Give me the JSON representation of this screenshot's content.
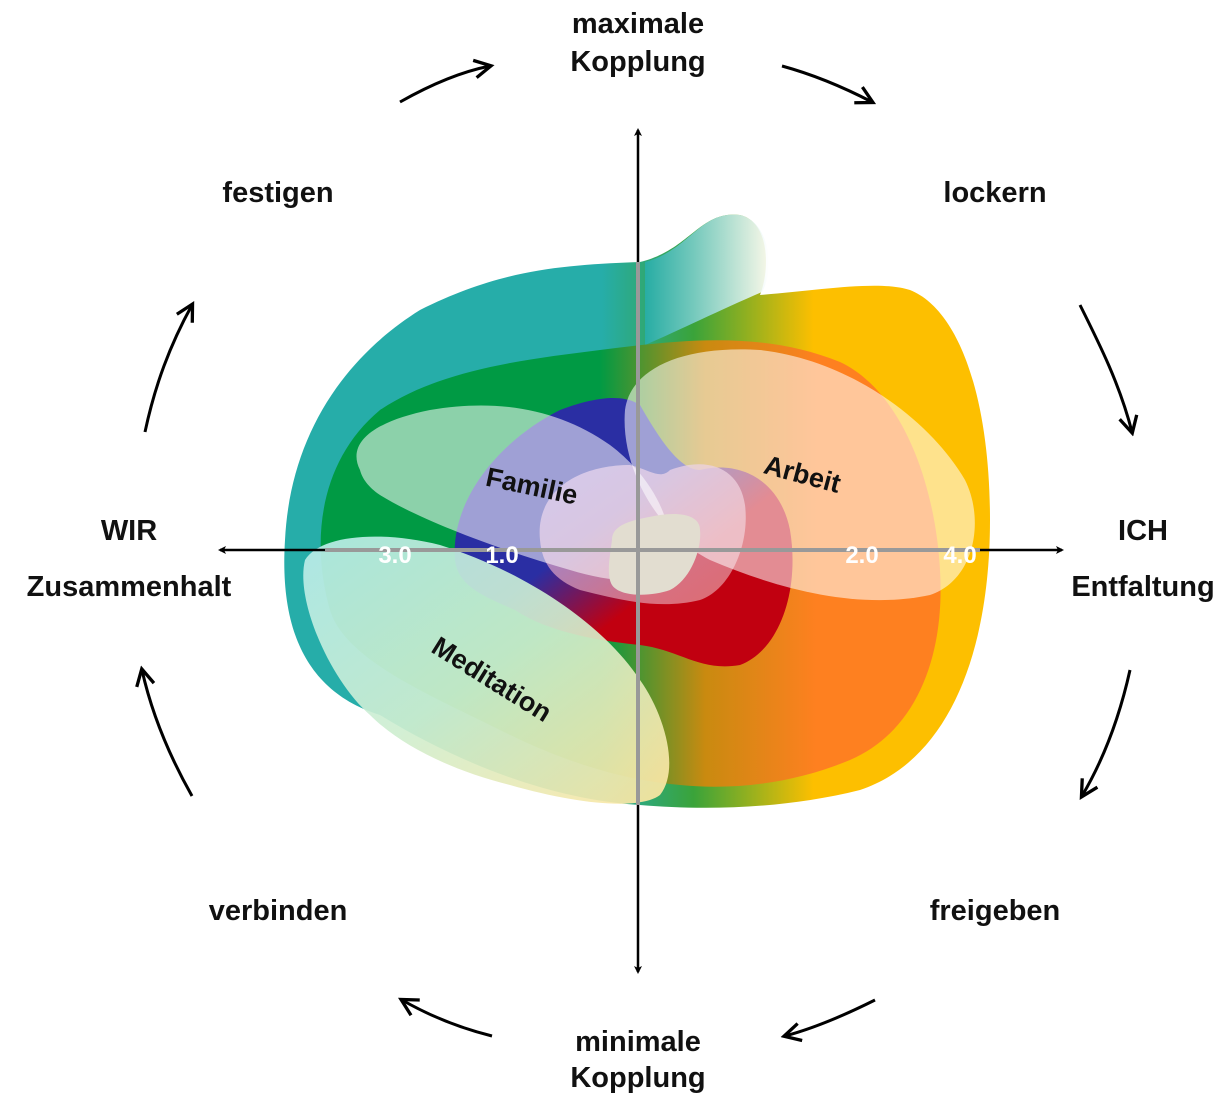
{
  "labels": {
    "top_line1": "maximale",
    "top_line2": "Kopplung",
    "bottom_line1": "minimale",
    "bottom_line2": "Kopplung",
    "left_line1": "WIR",
    "left_line2": "Zusammenhalt",
    "right_line1": "ICH",
    "right_line2": "Entfaltung",
    "top_left": "festigen",
    "top_right": "lockern",
    "bottom_left": "verbinden",
    "bottom_right": "freigeben"
  },
  "zones": {
    "familie": "Familie",
    "arbeit": "Arbeit",
    "meditation": "Meditation"
  },
  "ticks": {
    "t1": "3.0",
    "t2": "1.0",
    "t3": "2.0",
    "t4": "4.0"
  },
  "colors": {
    "teal": "#26ada9",
    "green": "#009a44",
    "yellow": "#fdbf00",
    "orange": "#fe8020",
    "blue": "#2a2ea3",
    "red": "#c10010",
    "light": "#ffffff"
  }
}
